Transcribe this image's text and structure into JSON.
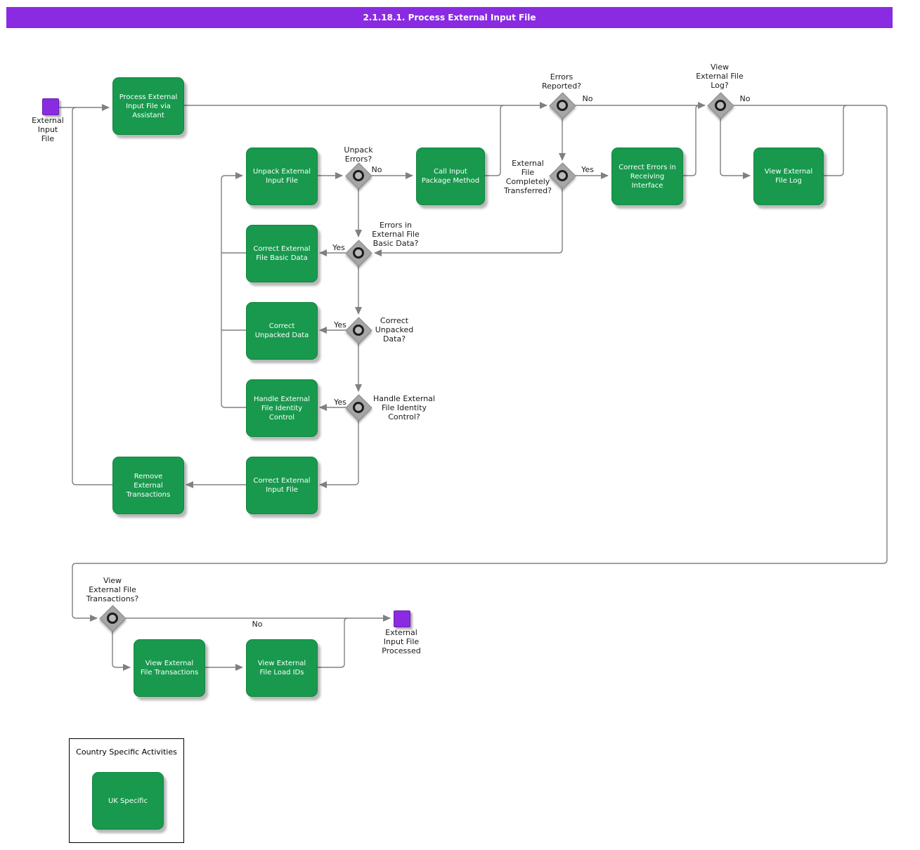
{
  "header": {
    "title": "2.1.18.1. Process External Input File"
  },
  "colors": {
    "accent_purple": "#8A2BE2",
    "task_green": "#18994E",
    "line_gray": "#808080"
  },
  "events": {
    "start": {
      "label": "External\nInput\nFile"
    },
    "end": {
      "label": "External\nInput File\nProcessed"
    }
  },
  "tasks": {
    "process_assistant": "Process External\nInput File via\nAssistant",
    "unpack": "Unpack External\nInput File",
    "call_package": "Call Input\nPackage Method",
    "correct_errors_interface": "Correct Errors in\nReceiving\nInterface",
    "view_log": "View External\nFile Log",
    "correct_basic": "Correct External\nFile Basic Data",
    "correct_unpacked": "Correct\nUnpacked Data",
    "handle_identity": "Handle External\nFile Identity\nControl",
    "correct_input": "Correct External\nInput File",
    "remove_transactions": "Remove\nExternal\nTransactions",
    "view_transactions": "View External\nFile Transactions",
    "view_load_ids": "View External\nFile Load IDs",
    "uk_specific": "UK Specific"
  },
  "decisions": {
    "errors_reported": {
      "question": "Errors\nReported?",
      "no": "No"
    },
    "view_log": {
      "question": "View\nExternal File\nLog?",
      "no": "No"
    },
    "unpack_errors": {
      "question": "Unpack\nErrors?",
      "no": "No"
    },
    "transferred": {
      "question": "External\nFile\nCompletely\nTransferred?",
      "yes": "Yes"
    },
    "basic_data": {
      "question": "Errors in\nExternal File\nBasic Data?",
      "yes": "Yes"
    },
    "unpacked": {
      "question": "Correct\nUnpacked\nData?",
      "yes": "Yes"
    },
    "identity": {
      "question": "Handle External\nFile Identity\nControl?",
      "yes": "Yes"
    },
    "view_transactions": {
      "question": "View\nExternal File\nTransactions?",
      "no": "No"
    }
  },
  "legend": {
    "title": "Country Specific Activities"
  }
}
